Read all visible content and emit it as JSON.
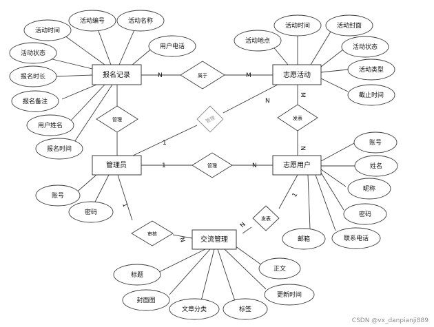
{
  "entities": {
    "registration": "报名记录",
    "activity": "志愿活动",
    "admin": "管理员",
    "volunteer": "志愿用户",
    "forum": "交流管理"
  },
  "relationships": {
    "belongs": "属于",
    "manage_reg": "管理",
    "manage_activity": "管理",
    "manage_user": "管理",
    "review": "审核",
    "publish": "发表"
  },
  "attributes": {
    "registration": [
      "活动时间",
      "活动编号",
      "活动名称",
      "用户电话",
      "活动状态",
      "报名时长",
      "报名备注",
      "用户姓名",
      "报名时间"
    ],
    "activity": [
      "活动地点",
      "活动时间",
      "活动封面",
      "活动状态",
      "活动类型",
      "截止时间"
    ],
    "admin": [
      "账号",
      "密码"
    ],
    "volunteer": [
      "账号",
      "姓名",
      "昵称",
      "密码",
      "联系电话",
      "邮箱"
    ],
    "forum": [
      "标题",
      "封面图",
      "文章分类",
      "标签",
      "更新时间",
      "正文"
    ]
  },
  "cardinality": {
    "reg_belongs": "N",
    "belongs_act": "M",
    "admin_manage_act": "1",
    "manage_act_act": "N",
    "admin_manage_user": "1",
    "manage_user_user": "N",
    "act_vol_top": "M",
    "act_vol_bottom": "N",
    "admin_review": "1",
    "review_forum": "N",
    "publish_forum": "N",
    "vol_publish": "1"
  },
  "watermark": "CSDN @vx_danpianji889"
}
